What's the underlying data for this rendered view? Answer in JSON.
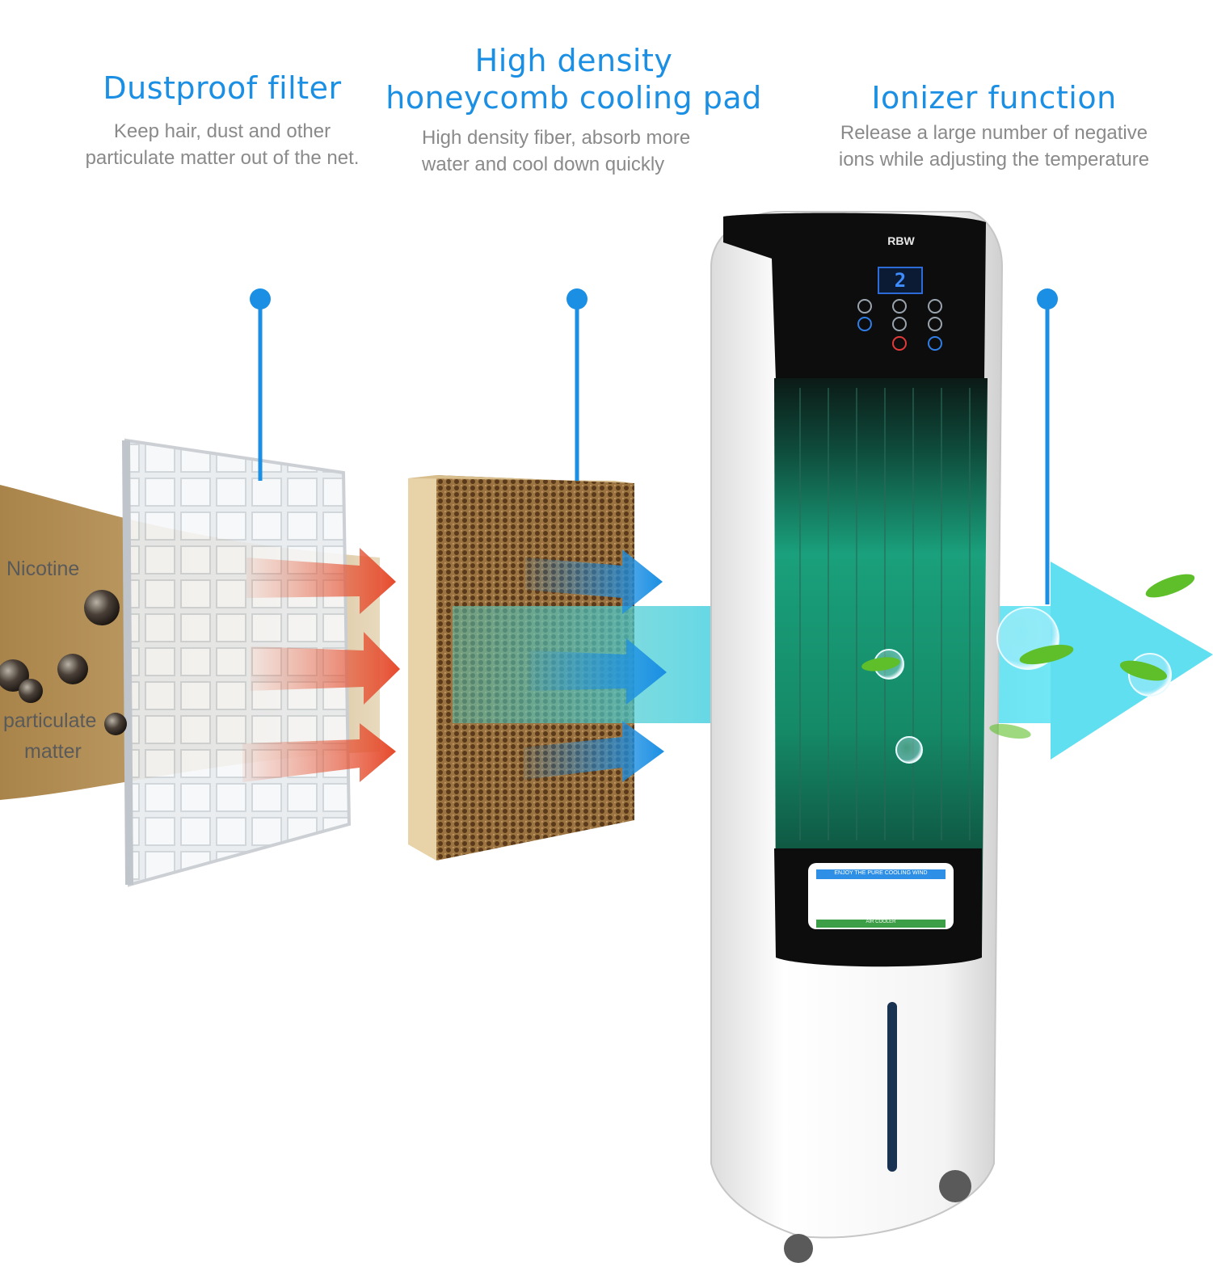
{
  "features": [
    {
      "title": "Dustproof filter",
      "desc_lines": [
        "Keep hair, dust and other",
        "particulate matter out of the net."
      ]
    },
    {
      "title_lines": [
        "High density",
        "honeycomb cooling pad"
      ],
      "desc_lines": [
        "High density fiber, absorb more",
        "water and cool down quickly"
      ]
    },
    {
      "title": "Ionizer function",
      "desc_lines": [
        "Release a large number of negative",
        "ions while adjusting the temperature"
      ]
    }
  ],
  "labels": {
    "nicotine": "Nicotine",
    "particulate_1": "particulate",
    "particulate_2": "matter"
  },
  "device": {
    "brand": "RBW",
    "display_value": "2",
    "sticker_title": "ENJOY THE PURE COOLING WIND",
    "sticker_foot": "AIR COOLER"
  },
  "colors": {
    "accent_blue": "#1a8fe3",
    "arrow_red": "#e0533a",
    "arrow_blue": "#1a8fe3",
    "flow_tan": "#b8955c",
    "flow_cyan": "#49d6ea",
    "water_green": "#1fa884"
  }
}
